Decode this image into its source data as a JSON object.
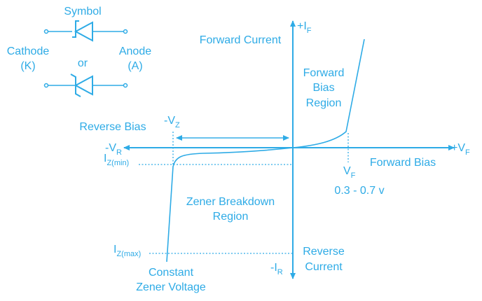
{
  "symbol": {
    "title": "Symbol",
    "cathode_label": "Cathode",
    "cathode_short": "(K)",
    "or_label": "or",
    "anode_label": "Anode",
    "anode_short": "(A)"
  },
  "axes": {
    "plus_if": {
      "main": "+I",
      "sub": "F"
    },
    "minus_ir": {
      "main": "-I",
      "sub": "R"
    },
    "minus_vr": {
      "main": "-V",
      "sub": "R"
    },
    "plus_vf": {
      "main": "+V",
      "sub": "F"
    }
  },
  "labels": {
    "forward_current": "Forward Current",
    "forward_bias_region": [
      "Forward",
      "Bias",
      "Region"
    ],
    "reverse_bias": "Reverse Bias",
    "minus_vz": {
      "main": "-V",
      "sub": "Z"
    },
    "vf": {
      "main": "V",
      "sub": "F"
    },
    "forward_bias": "Forward Bias",
    "vf_range": "0.3 - 0.7 v",
    "iz_min": {
      "main": "I",
      "sub": "Z(min)"
    },
    "zener_breakdown_region": [
      "Zener Breakdown",
      "Region"
    ],
    "iz_max": {
      "main": "I",
      "sub": "Z(max)"
    },
    "reverse_current": [
      "Reverse",
      "Current"
    ],
    "constant_zener_voltage": [
      "Constant",
      "Zener Voltage"
    ]
  },
  "colors": {
    "accent": "#2eabe6"
  }
}
